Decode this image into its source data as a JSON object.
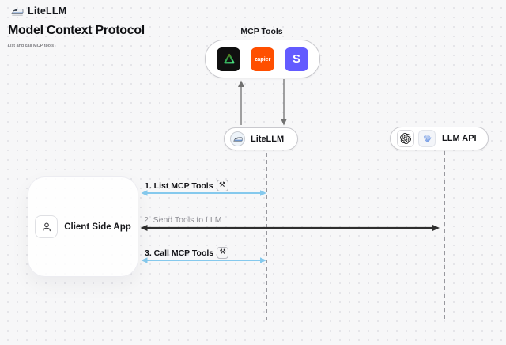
{
  "header": {
    "brand": "LiteLLM",
    "title": "Model Context Protocol",
    "subtitle": "List and call MCP tools"
  },
  "mcp_tools": {
    "label": "MCP Tools",
    "tools": [
      {
        "name": "green-triangle-tool",
        "bg": "#101010"
      },
      {
        "name": "zapier",
        "text": "zapier",
        "bg": "#FF4F00"
      },
      {
        "name": "stripe",
        "text": "S",
        "bg": "#635BFF"
      }
    ]
  },
  "nodes": {
    "litellm": {
      "label": "LiteLLM",
      "icon": "train-icon"
    },
    "llm_api": {
      "label": "LLM API",
      "icons": [
        "openai-icon",
        "blue-ai-icon"
      ]
    },
    "client": {
      "label": "Client Side App",
      "icon": "person-icon"
    }
  },
  "sequence_steps": [
    {
      "label": "1. List MCP Tools",
      "tool_badge": "⚒",
      "arrow_color": "#85C9ED",
      "direction": "both",
      "from": "Client Side App",
      "to": "LiteLLM"
    },
    {
      "label": "2. Send Tools to LLM",
      "arrow_color": "#2E2E2E",
      "direction": "both",
      "from": "Client Side App",
      "to": "LLM API"
    },
    {
      "label": "3. Call MCP Tools",
      "tool_badge": "⚒",
      "arrow_color": "#85C9ED",
      "direction": "both",
      "from": "Client Side App",
      "to": "LiteLLM"
    }
  ],
  "colors": {
    "background": "#F7F7F8",
    "node_border": "#C9C9CE",
    "lifeline": "#98989E",
    "blue_arrow": "#85C9ED",
    "dark_arrow": "#2E2E2E",
    "zapier_bg": "#FF4F00",
    "stripe_bg": "#635BFF"
  }
}
